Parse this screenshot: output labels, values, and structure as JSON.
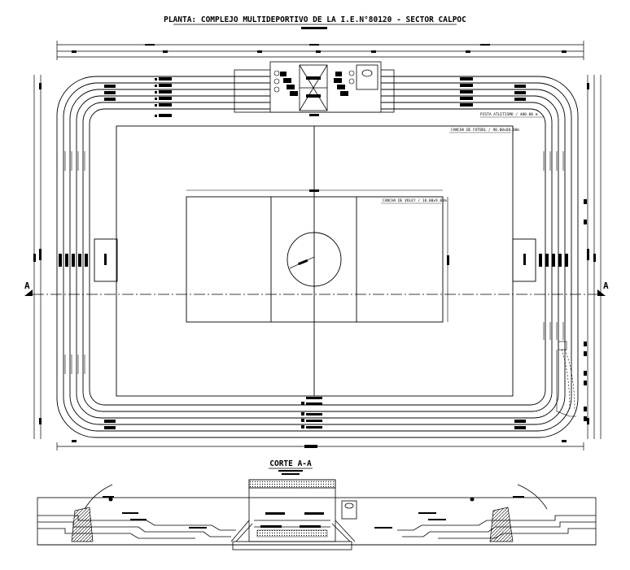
{
  "plan_title": "PLANTA: COMPLEJO MULTIDEPORTIVO DE LA I.E.N°80120 - SECTOR CALPOC",
  "section_title": "CORTE A-A",
  "section_marker": "A",
  "court_volley_label": "CANCHA DE VOLEY / 18.00x9.00m",
  "court_football_label": "CANCHA DE FUTBOL / 90.00x60.00m",
  "track_label": "PISTA ATLETISMO / 400.00 m",
  "colors": {
    "line": "#000000",
    "background": "#ffffff"
  }
}
